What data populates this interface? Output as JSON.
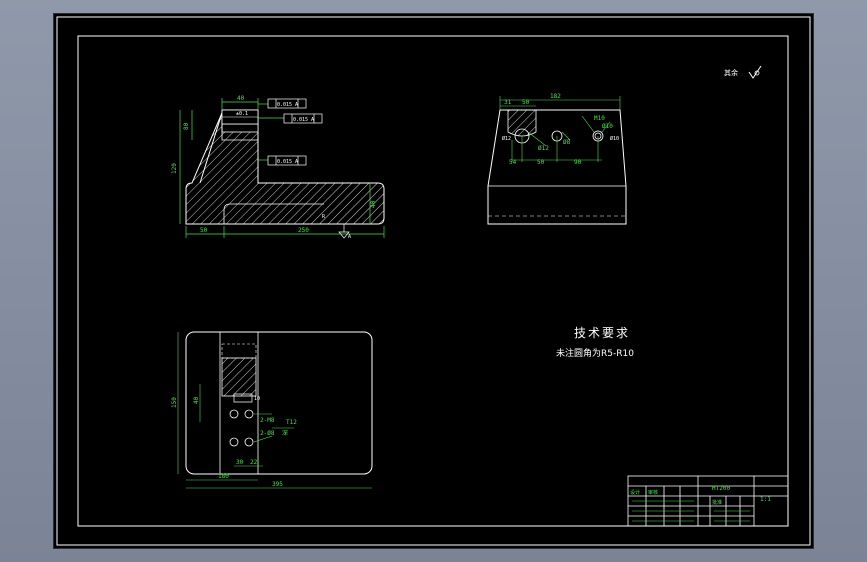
{
  "drawing": {
    "tech_title": "技术要求",
    "tech_note": "未注圆角为R5-R10",
    "roughness_note": "其余",
    "colors": {
      "background": "#000000",
      "outline": "#ffffff",
      "dimension": "#4de04d",
      "hatch": "#ffffff"
    }
  },
  "front_view": {
    "dims": {
      "top_width": "40",
      "top_tol": "±0.1",
      "height_left": "80",
      "total_height": "120",
      "base_height": "40",
      "bottom_left": "50",
      "bottom_right": "250",
      "radius": "R",
      "fcf1": "0.015 A",
      "fcf2": "0.015 A",
      "fcf3": "0.015 A",
      "datum": "A"
    }
  },
  "side_view": {
    "dims": {
      "top_total": "182",
      "seg1": "31",
      "seg2": "50",
      "hole1": "Ø12",
      "hole2": "Ø8",
      "hole3": "M10",
      "hole4": "Ø10",
      "b1": "54",
      "b2": "50",
      "b3": "90",
      "lbl1": "Ø12",
      "lbl2": "Ø10"
    }
  },
  "top_view": {
    "dims": {
      "height": "150",
      "inner_h": "40",
      "width_total": "395",
      "width_left": "180",
      "seg_a": "30",
      "seg_b": "22",
      "thread1": "2-M8",
      "thread2": "2-Ø8",
      "depth": "T12",
      "depth2": "深",
      "x10": "10"
    }
  },
  "title_block": {
    "part_code": "HT200",
    "sheet": "1:1",
    "designer": "设计",
    "checker": "审核",
    "approve": "批准"
  }
}
